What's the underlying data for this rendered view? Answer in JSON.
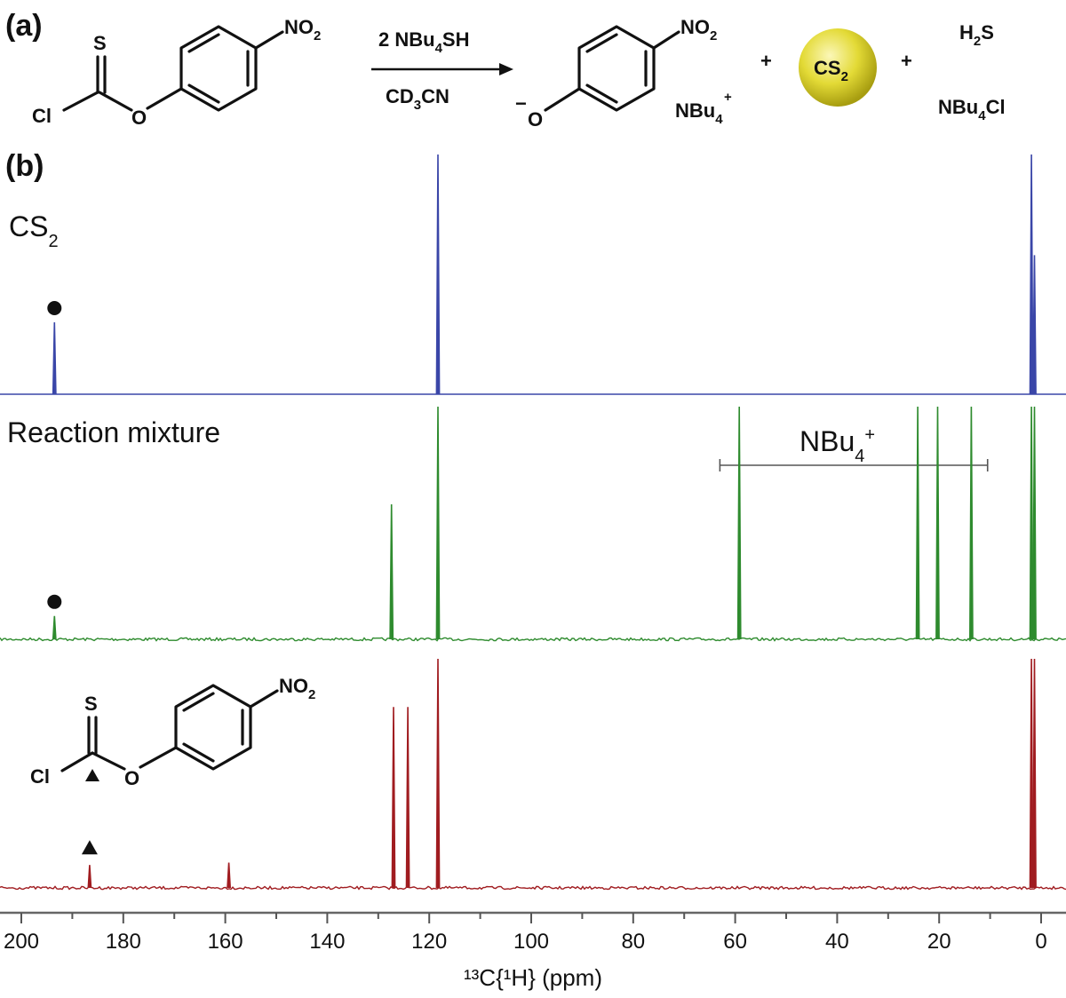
{
  "figure": {
    "panel_a": "(a)",
    "panel_b": "(b)"
  },
  "scheme": {
    "reagent": "2 NBu",
    "reagent_sub": "4",
    "reagent_tail": "SH",
    "solvent": "CD",
    "solvent_sub": "3",
    "solvent_tail": "CN",
    "plus": "+",
    "product_cs2": "CS",
    "product_cs2_sub": "2",
    "h2s": "H",
    "h2s_sub": "2",
    "h2s_tail": "S",
    "nbu4cl": "NBu",
    "nbu4cl_sub": "4",
    "nbu4cl_tail": "Cl",
    "counterion": "NBu",
    "counterion_sub": "4",
    "counterion_sup": "+",
    "atom_s": "S",
    "atom_cl": "Cl",
    "atom_o": "O",
    "atom_no2": "NO",
    "atom_no2_sub": "2",
    "minus": "−"
  },
  "chart_data": {
    "type": "line",
    "xlabel": "¹³C{¹H} (ppm)",
    "xlim": [
      210,
      -4
    ],
    "x_reversed": true,
    "x_ticks": [
      200,
      180,
      160,
      140,
      120,
      100,
      80,
      60,
      40,
      20,
      0
    ],
    "series": [
      {
        "name": "CS",
        "name_sub": "2",
        "color": "#3a46a8",
        "peaks": [
          {
            "x": 193.5,
            "rel_height": 0.3,
            "marker": "circle"
          },
          {
            "x": 118.3,
            "rel_height": 1.0
          },
          {
            "x": 1.9,
            "rel_height": 1.0
          },
          {
            "x": 1.3,
            "rel_height": 0.58
          }
        ]
      },
      {
        "name": "Reaction mixture",
        "color": "#2e8b2e",
        "peaks": [
          {
            "x": 193.5,
            "rel_height": 0.1,
            "marker": "circle"
          },
          {
            "x": 127.4,
            "rel_height": 0.58
          },
          {
            "x": 118.3,
            "rel_height": 1.0
          },
          {
            "x": 59.2,
            "rel_height": 1.0
          },
          {
            "x": 24.2,
            "rel_height": 1.0
          },
          {
            "x": 20.3,
            "rel_height": 1.0
          },
          {
            "x": 13.7,
            "rel_height": 1.0
          },
          {
            "x": 1.9,
            "rel_height": 1.0
          },
          {
            "x": 1.3,
            "rel_height": 1.0
          }
        ],
        "annotation": {
          "text": "NBu",
          "text_sub": "4",
          "text_sup": "+",
          "range": [
            63,
            10.5
          ]
        }
      },
      {
        "name": "",
        "color": "#a01c20",
        "peaks": [
          {
            "x": 186.6,
            "rel_height": 0.1,
            "marker": "triangle"
          },
          {
            "x": 159.3,
            "rel_height": 0.11
          },
          {
            "x": 127.0,
            "rel_height": 0.79
          },
          {
            "x": 124.2,
            "rel_height": 0.79
          },
          {
            "x": 118.3,
            "rel_height": 1.0
          },
          {
            "x": 1.9,
            "rel_height": 1.0
          },
          {
            "x": 1.3,
            "rel_height": 1.0
          }
        ]
      }
    ]
  }
}
